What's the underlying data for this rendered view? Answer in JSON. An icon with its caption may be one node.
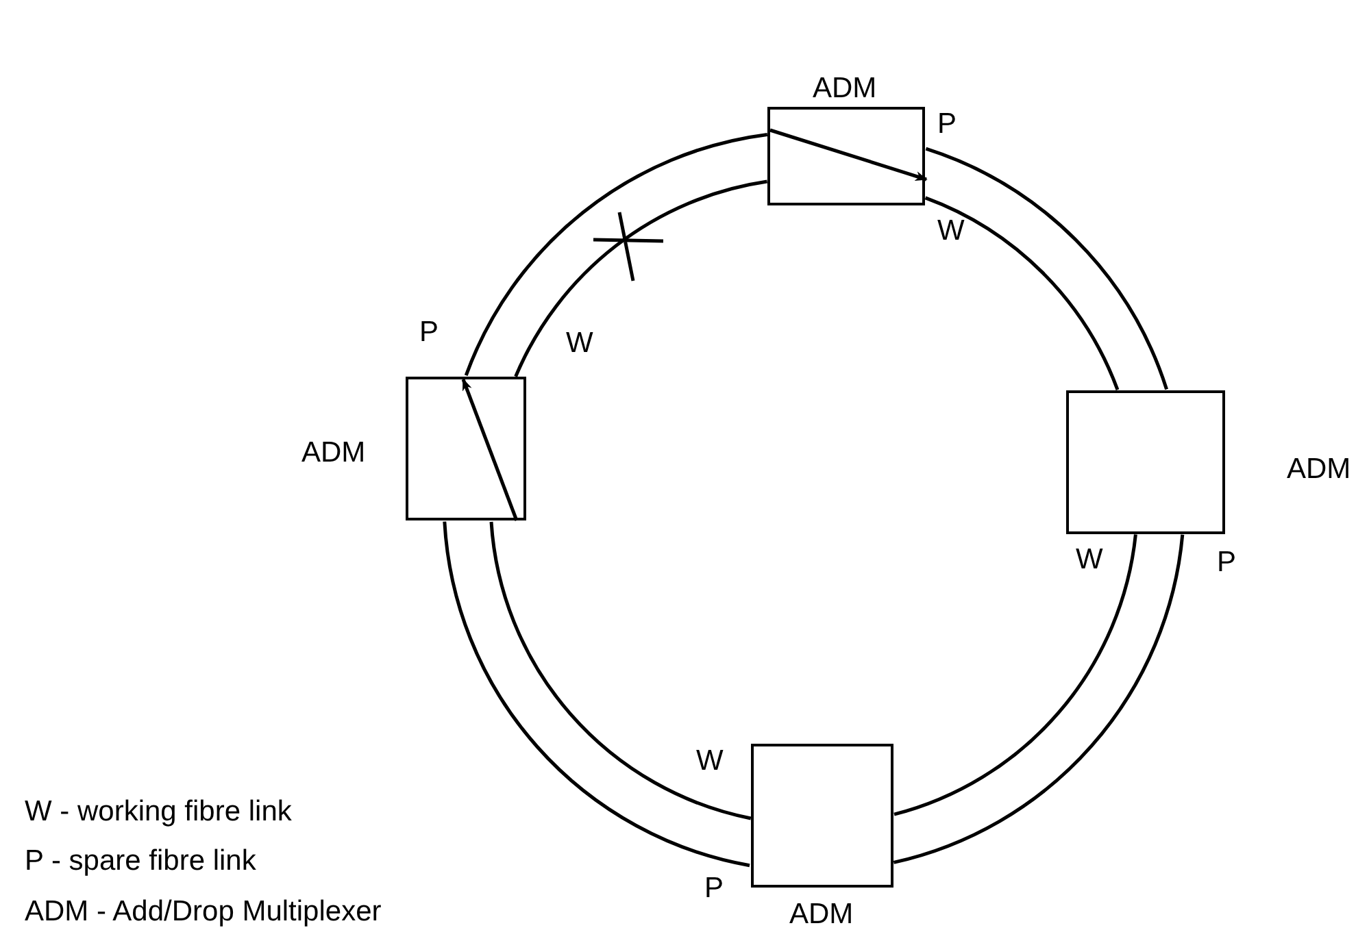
{
  "diagram": {
    "nodes": [
      {
        "text": [
          "ADM"
        ]
      },
      {
        "text": [
          "ADM"
        ]
      },
      {
        "text": [
          "ADM"
        ]
      },
      {
        "text": [
          "ADM"
        ]
      }
    ],
    "edges": [
      {
        "from": 0,
        "to": 2,
        "arrow": "none"
      },
      {
        "from": 2,
        "to": 3,
        "arrow": "none"
      },
      {
        "from": 3,
        "to": 1,
        "arrow": "none"
      },
      {
        "from": 1,
        "to": 0,
        "arrow": "none"
      },
      {
        "from": 0,
        "to": 2,
        "arrow": "none"
      },
      {
        "from": 2,
        "to": 3,
        "arrow": "none"
      },
      {
        "from": 3,
        "to": 1,
        "arrow": "none"
      },
      {
        "from": 1,
        "to": 0,
        "arrow": "none"
      }
    ],
    "labels": [
      "P",
      "W",
      "P",
      "W",
      "W",
      "P",
      "W",
      "W - working fibre link",
      "P - spare fibre link",
      "P",
      "ADM - Add/Drop Multiplexer"
    ]
  }
}
